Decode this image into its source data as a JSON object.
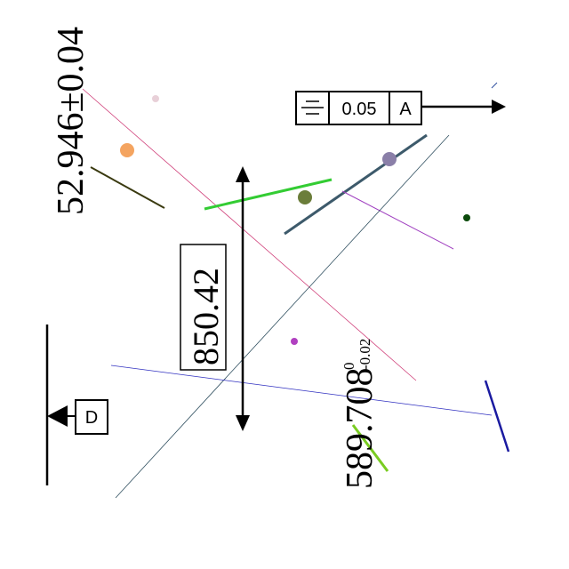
{
  "dimensions": {
    "upper_tolerance_value": "52.946±0.04",
    "vertical_dimension_value": "850.42",
    "lower_dimension_value": "589.708",
    "lower_dimension_upper_tolerance": "0",
    "lower_dimension_lower_tolerance": "-0.02"
  },
  "feature_control_frame": {
    "symbol_icon": "symmetry-icon",
    "tolerance": "0.05",
    "datum": "A"
  },
  "datum_feature": {
    "label": "D"
  },
  "colors": {
    "ink": "#000000",
    "magenta_line": "#d0407a",
    "olive_line": "#3a3a10",
    "green_line": "#33cc33",
    "slate_line": "#3d5a6b",
    "purple_line": "#a040c0",
    "teal_line": "#2f4f5f",
    "blue_line": "#3030c0",
    "navy_line": "#1a1aa0",
    "lime_line": "#7acc22",
    "orange_dot": "#f4a460",
    "pink_dot": "#e8d0d8",
    "olive_dot": "#6b7d3a",
    "lavender_dot": "#8a7fa8",
    "dark_green_dot": "#0b4a0b",
    "violet_dot": "#b040c0"
  }
}
